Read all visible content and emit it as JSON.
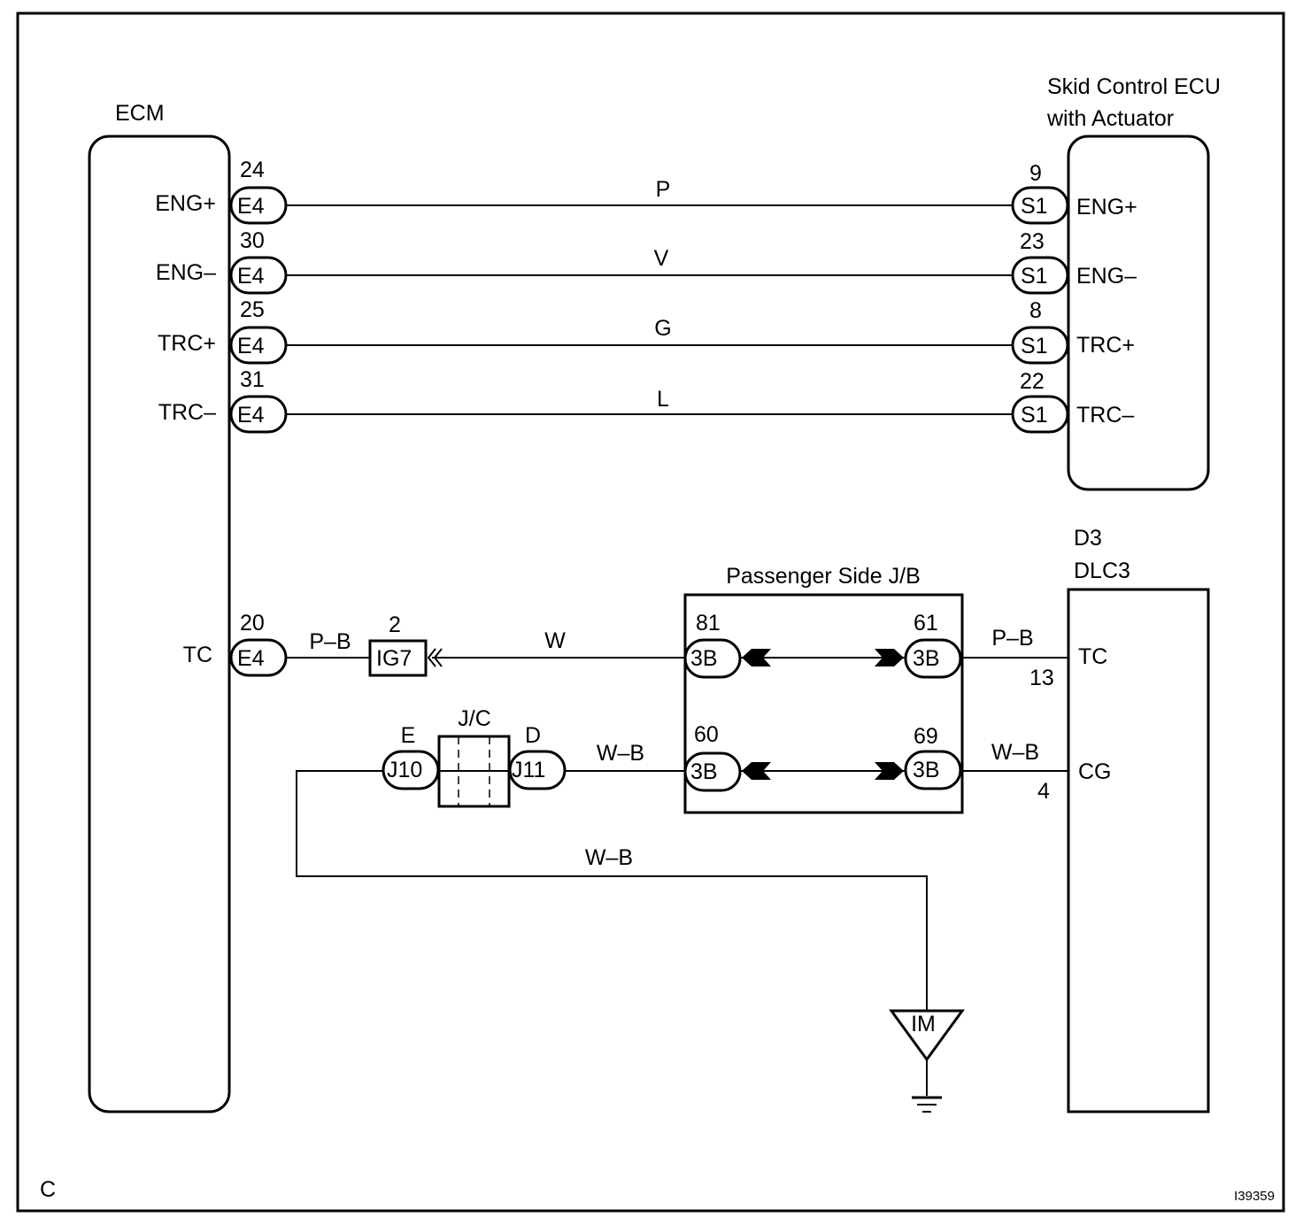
{
  "corner_label": "C",
  "figure_id": "I39359",
  "ecm": {
    "title": "ECM",
    "pins": [
      {
        "num": "24",
        "conn": "E4",
        "label": "ENG+"
      },
      {
        "num": "30",
        "conn": "E4",
        "label": "ENG–"
      },
      {
        "num": "25",
        "conn": "E4",
        "label": "TRC+"
      },
      {
        "num": "31",
        "conn": "E4",
        "label": "TRC–"
      }
    ],
    "tc_pin": {
      "num": "20",
      "conn": "E4",
      "label": "TC"
    }
  },
  "skid_ecu": {
    "title_line1": "Skid Control ECU",
    "title_line2": "with Actuator",
    "pins": [
      {
        "num": "9",
        "conn": "S1",
        "label": "ENG+"
      },
      {
        "num": "23",
        "conn": "S1",
        "label": "ENG–"
      },
      {
        "num": "8",
        "conn": "S1",
        "label": "TRC+"
      },
      {
        "num": "22",
        "conn": "S1",
        "label": "TRC–"
      }
    ]
  },
  "wires": {
    "eng_plus": "P",
    "eng_minus": "V",
    "trc_plus": "G",
    "trc_minus": "L",
    "tc_ecm": "P–B",
    "tc_jb": "W",
    "tc_dlc": "P–B",
    "cg_jc": "W–B",
    "cg_dlc": "W–B",
    "ground": "W–B"
  },
  "ig7": {
    "num": "2",
    "conn": "IG7"
  },
  "jc": {
    "title": "J/C",
    "left_side": "E",
    "left_conn": "J10",
    "right_side": "D",
    "right_conn": "J11"
  },
  "jb": {
    "title": "Passenger Side J/B",
    "pins": [
      {
        "num": "81",
        "conn": "3B"
      },
      {
        "num": "61",
        "conn": "3B"
      },
      {
        "num": "60",
        "conn": "3B"
      },
      {
        "num": "69",
        "conn": "3B"
      }
    ]
  },
  "dlc": {
    "title_line1": "D3",
    "title_line2": "DLC3",
    "pins": [
      {
        "label": "TC",
        "num": "13"
      },
      {
        "label": "CG",
        "num": "4"
      }
    ]
  },
  "ground_point": "IM"
}
